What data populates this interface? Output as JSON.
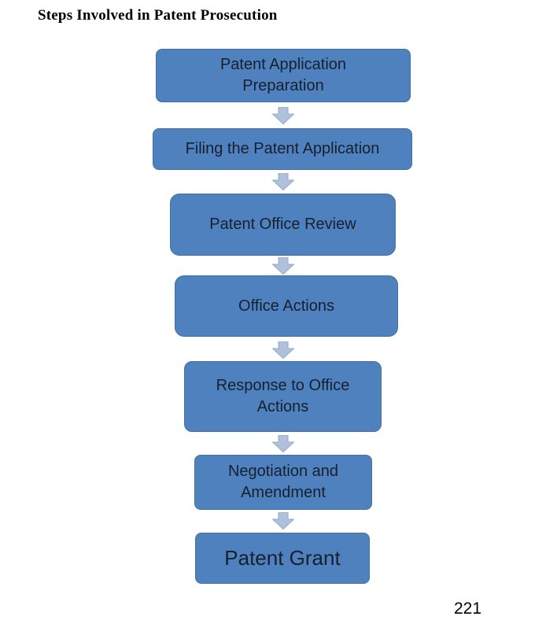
{
  "page": {
    "title": "Steps Involved in Patent Prosecution",
    "page_number": "221"
  },
  "flowchart": {
    "type": "vertical-process-flow",
    "connector_icon": "down-block-arrow",
    "steps": [
      {
        "label": "Patent Application\nPreparation"
      },
      {
        "label": "Filing the Patent Application"
      },
      {
        "label": "Patent Office Review"
      },
      {
        "label": "Office Actions"
      },
      {
        "label": "Response to Office\nActions"
      },
      {
        "label": "Negotiation and\nAmendment"
      },
      {
        "label": "Patent Grant"
      }
    ],
    "colors": {
      "box_fill": "#4E81BD",
      "box_border": "#44719F",
      "box_text": "#17202F",
      "arrow_fill": "#AFC1DC",
      "arrow_stroke": "#93A9C7"
    }
  }
}
